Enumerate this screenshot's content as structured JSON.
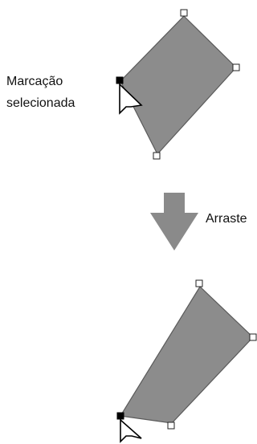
{
  "labels": {
    "selected_point_line1": "Marcação",
    "selected_point_line2": "selecionada",
    "drag_action": "Arraste"
  },
  "icons": {
    "cursor": "mouse-pointer-icon",
    "drag_arrow": "down-arrow-icon",
    "point_handle": "square-handle-icon"
  },
  "colors": {
    "shape_fill": "#8c8c8c",
    "shape_stroke": "#5a5a5a",
    "arrow_fill": "#8a8a8a",
    "selected_handle": "#000000"
  }
}
